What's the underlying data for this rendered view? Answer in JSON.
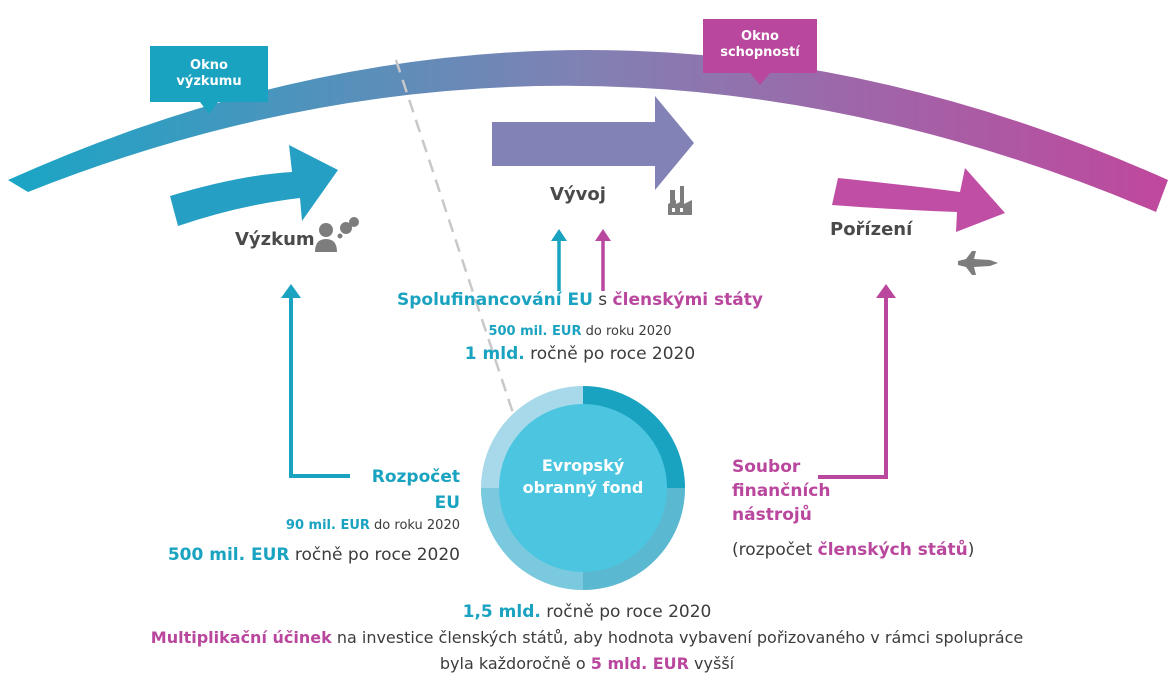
{
  "colors": {
    "teal": "#1aa3c0",
    "pink": "#b9479e",
    "circle": "#4cc6e0"
  },
  "flags": {
    "research": {
      "line1": "Okno",
      "line2": "výzkumu"
    },
    "capability": {
      "line1": "Okno",
      "line2": "schopností"
    }
  },
  "stages": {
    "research": "Výzkum",
    "development": "Vývoj",
    "acquisition": "Pořízení"
  },
  "icons": {
    "research": "person-thinking-icon",
    "development": "factory-icon",
    "acquisition": "fighter-jet-icon"
  },
  "cofinancing": {
    "part1": "Spolufinancování EU",
    "part2": " s ",
    "part3": "členskými státy",
    "line2_bold": "500 mil. EUR",
    "line2_rest": " do roku 2020",
    "line3_bold": "1 mld.",
    "line3_rest": " ročně po roce 2020"
  },
  "budget": {
    "title_line1": "Rozpočet",
    "title_line2": "EU",
    "line2_bold": "90 mil. EUR",
    "line2_rest": " do roku 2020",
    "line3_bold": "500 mil. EUR",
    "line3_rest": " ročně po roce 2020"
  },
  "fund": {
    "line1": "Evropský",
    "line2": "obranný fond"
  },
  "instruments": {
    "line1": "Soubor",
    "line2": "finančních",
    "line3": "nástrojů",
    "note_pre": "(rozpočet ",
    "note_bold": "členských států",
    "note_post": ")"
  },
  "bottom": {
    "l1_bold": "1,5 mld.",
    "l1_rest": " ročně po roce 2020",
    "l2_bold": "Multiplikační účinek",
    "l2_rest": " na investice členských států, aby hodnota vybavení pořizovaného v rámci spolupráce",
    "l3_pre": "byla každoročně o ",
    "l3_bold": "5 mld. EUR",
    "l3_post": " vyšší"
  }
}
